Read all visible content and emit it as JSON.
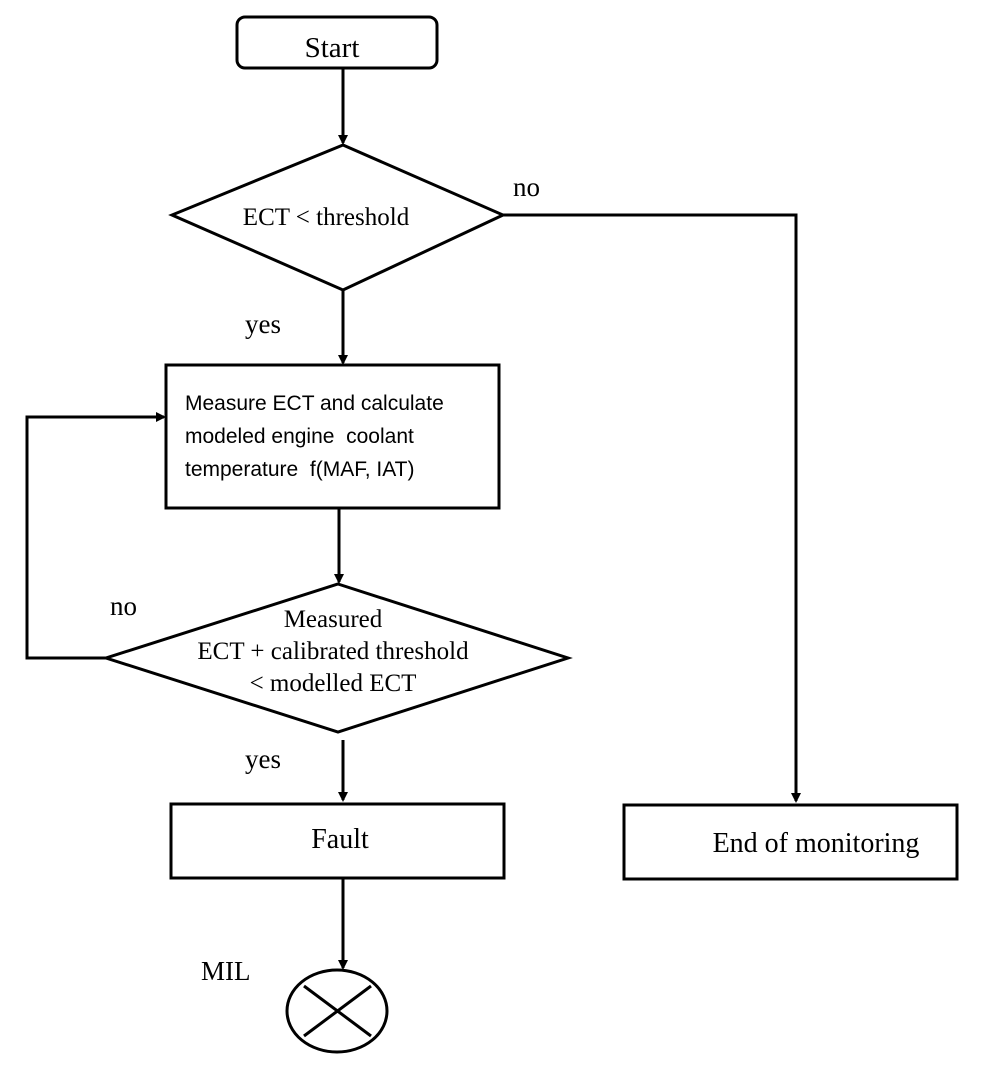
{
  "diagram": {
    "type": "flowchart",
    "nodes": {
      "start": {
        "label": "Start",
        "shape": "rounded-rectangle"
      },
      "decision1": {
        "label": "ECT < threshold",
        "shape": "diamond"
      },
      "process": {
        "lines": [
          "Measure ECT and calculate",
          "modeled engine  coolant",
          "temperature  f(MAF, IAT)"
        ],
        "shape": "rectangle"
      },
      "decision2": {
        "lines": [
          "Measured",
          "ECT + calibrated threshold",
          "< modelled ECT"
        ],
        "shape": "diamond"
      },
      "fault": {
        "label": "Fault",
        "shape": "rectangle"
      },
      "end": {
        "label": "End of monitoring",
        "shape": "rectangle"
      },
      "mil": {
        "label": "MIL",
        "shape": "lamp-circle-x"
      }
    },
    "edge_labels": {
      "d1_no": "no",
      "d1_yes": "yes",
      "d2_no": "no",
      "d2_yes": "yes"
    },
    "edges": [
      {
        "from": "start",
        "to": "decision1"
      },
      {
        "from": "decision1",
        "to": "process",
        "label": "yes"
      },
      {
        "from": "decision1",
        "to": "end",
        "label": "no"
      },
      {
        "from": "process",
        "to": "decision2"
      },
      {
        "from": "decision2",
        "to": "process",
        "label": "no"
      },
      {
        "from": "decision2",
        "to": "fault",
        "label": "yes"
      },
      {
        "from": "fault",
        "to": "mil"
      }
    ]
  }
}
